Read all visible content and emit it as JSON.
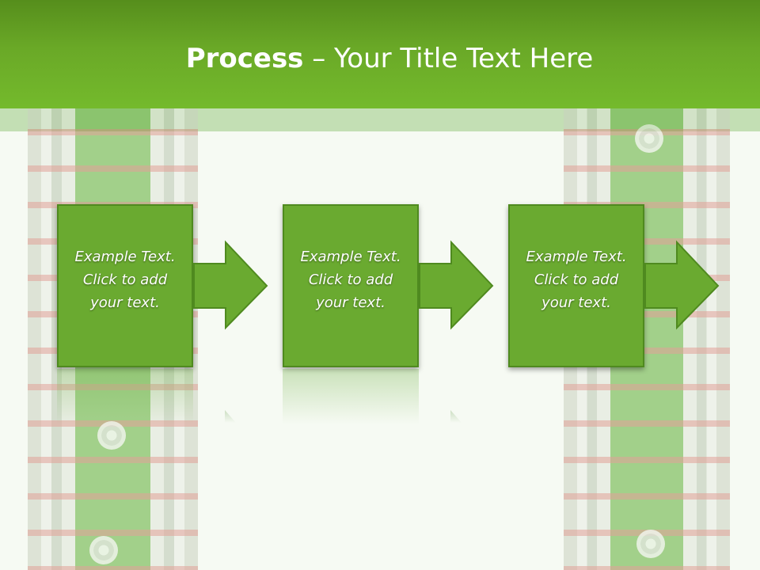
{
  "header": {
    "title_bold": "Process",
    "title_rest": " – Your Title Text Here"
  },
  "steps": [
    {
      "line1": "Example Text.",
      "line2": "Click  to add",
      "line3": "your text."
    },
    {
      "line1": "Example Text.",
      "line2": "Click  to add",
      "line3": "your text."
    },
    {
      "line1": "Example Text.",
      "line2": "Click  to add",
      "line3": "your text."
    }
  ],
  "colors": {
    "header": "#6aa927",
    "step_fill": "#6aaa30",
    "step_border": "#4f8a1f",
    "text": "#ffffff"
  }
}
